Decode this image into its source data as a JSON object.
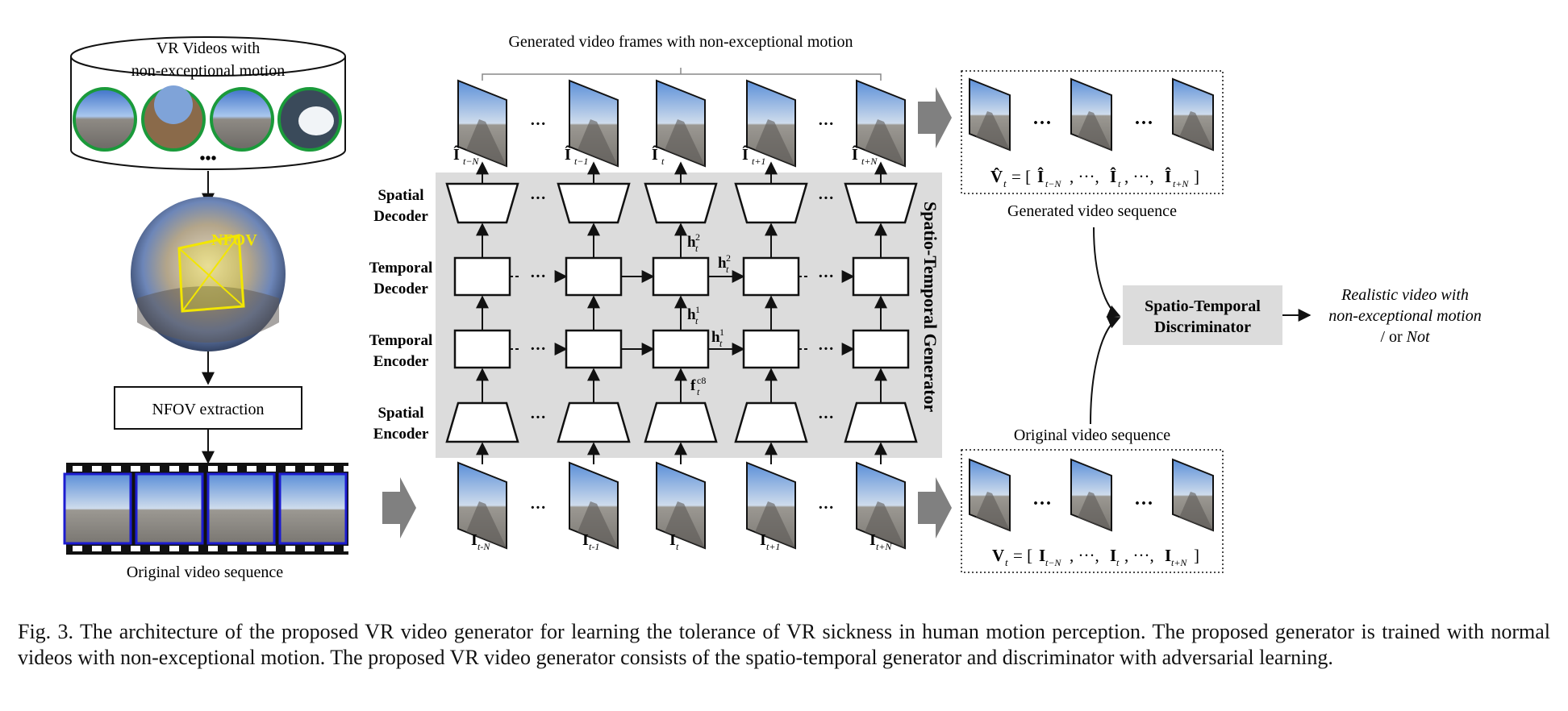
{
  "dataset": {
    "title_line1": "VR Videos with",
    "title_line2": "non-exceptional motion",
    "ellipsis": "•••"
  },
  "nfov_label": "NFOV",
  "nfov_extraction": "NFOV extraction",
  "original_seq_left": "Original video sequence",
  "generated_frames_title": "Generated video frames with non-exceptional motion",
  "generator": {
    "title": "Spatio-Temporal Generator",
    "row_labels": {
      "spatial_decoder": [
        "Spatial",
        "Decoder"
      ],
      "temporal_decoder": [
        "Temporal",
        "Decoder"
      ],
      "temporal_encoder": [
        "Temporal",
        "Encoder"
      ],
      "spatial_encoder": [
        "Spatial",
        "Encoder"
      ]
    },
    "ellipsis": "···",
    "hidden_labels": {
      "h2_base": "h",
      "h2_sub": "t",
      "h2_sup": "2",
      "h1_base": "h",
      "h1_sub": "t",
      "h1_sup": "1",
      "f_base": "f",
      "f_sub": "t",
      "f_sup": "c8"
    }
  },
  "output_frames": [
    {
      "base": "Î",
      "sub": "t−N"
    },
    {
      "base": "Î",
      "sub": "t−1"
    },
    {
      "base": "Î",
      "sub": "t"
    },
    {
      "base": "Î",
      "sub": "t+1"
    },
    {
      "base": "Î",
      "sub": "t+N"
    }
  ],
  "input_frames": [
    {
      "base": "I",
      "sub": "t-N"
    },
    {
      "base": "I",
      "sub": "t-1"
    },
    {
      "base": "I",
      "sub": "t"
    },
    {
      "base": "I",
      "sub": "t+1"
    },
    {
      "base": "I",
      "sub": "t+N"
    }
  ],
  "generated_sequence": {
    "formula_lhs": "V̂",
    "formula_lhs_sub": "t",
    "formula_rhs": "= [Î",
    "terms": [
      "t−N",
      "t",
      "t+N"
    ],
    "label": "Generated video sequence"
  },
  "original_sequence": {
    "formula_lhs": "V",
    "formula_lhs_sub": "t",
    "label": "Original video sequence"
  },
  "discriminator": {
    "line1": "Spatio-Temporal",
    "line2": "Discriminator"
  },
  "result": {
    "line1": "Realistic video with",
    "line2": "non-exceptional motion",
    "line3_prefix": "/ or ",
    "line3_not": "Not"
  },
  "caption": "Fig. 3.   The architecture of the proposed VR video generator for learning the tolerance of VR sickness in human motion perception. The proposed generator is trained with normal videos with non-exceptional motion. The proposed VR video generator consists of the spatio-temporal generator and discriminator with adversarial learning.",
  "colors": {
    "gray_panel": "#dcdcdc",
    "nfov_yellow": "#f2e600",
    "circle_green": "#1a9a3a",
    "film_frame_blue": "#1c1cd0",
    "arrow_gray": "#808080"
  }
}
